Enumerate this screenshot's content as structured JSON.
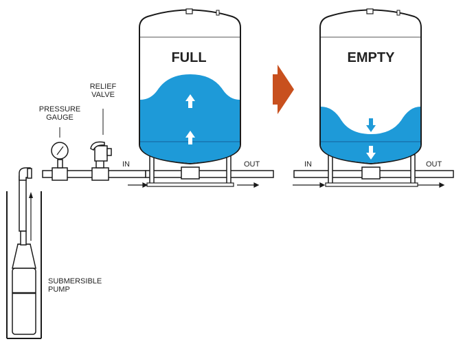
{
  "diagram": {
    "labels": {
      "full": "FULL",
      "empty": "EMPTY",
      "relief_valve_line1": "RELIEF",
      "relief_valve_line2": "VALVE",
      "pressure_gauge_line1": "PRESSURE",
      "pressure_gauge_line2": "GAUGE",
      "in_left": "IN",
      "out_left": "OUT",
      "in_right": "IN",
      "out_right": "OUT",
      "pump_line1": "SUBMERSIBLE",
      "pump_line2": "PUMP"
    },
    "colors": {
      "water": "#1e9ad8",
      "transition_arrow": "#c8501e",
      "outline": "#1a1a1a"
    }
  }
}
